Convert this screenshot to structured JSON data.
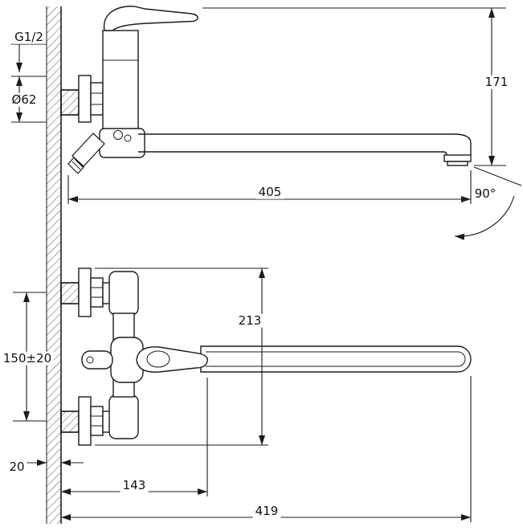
{
  "drawing": {
    "labels": {
      "thread_size": "G1/2",
      "flange_diameter": "Ø62",
      "height": "171",
      "spout_reach": "405",
      "swivel_angle": "90°",
      "mounting_height": "213",
      "inlet_spacing": "150±20",
      "wall_clearance": "20",
      "handle_projection": "143",
      "overall_length": "419"
    },
    "colors": {
      "line": "#1b1b1b",
      "background": "#ffffff"
    }
  }
}
